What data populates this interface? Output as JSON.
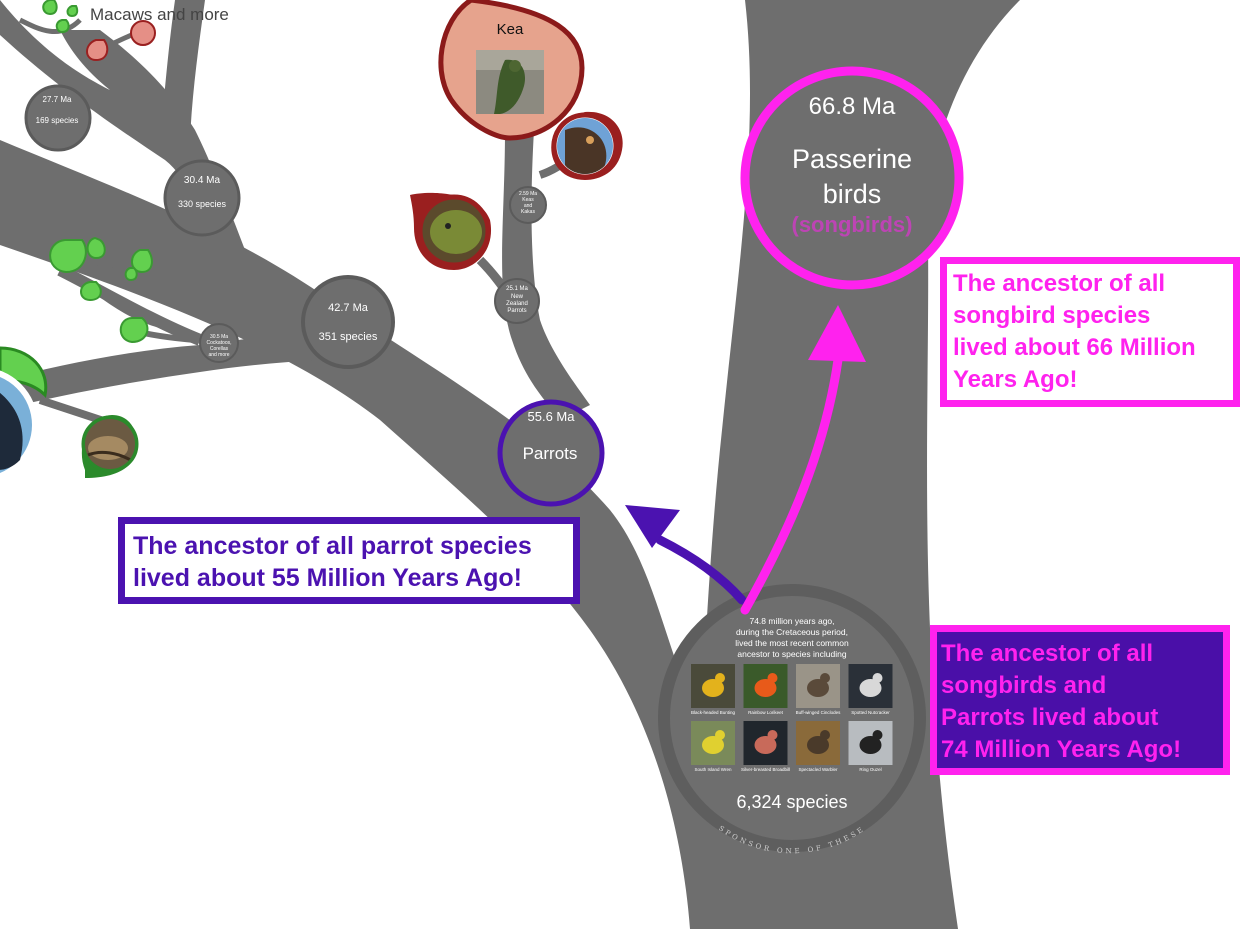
{
  "colors": {
    "branch": "#6e6e6e",
    "purple": "#4b12b0",
    "magenta": "#ff22ee",
    "leaf_green": "#63d04f",
    "leaf_red": "#e58f86"
  },
  "tree": {
    "top_label": "Macaws and more",
    "kea_label": "Kea",
    "nodes": {
      "n277": {
        "age": "27.7 Ma",
        "species": "169 species"
      },
      "n304": {
        "age": "30.4 Ma",
        "species": "330 species"
      },
      "n427": {
        "age": "42.7 Ma",
        "species": "351 species"
      },
      "n305": {
        "age": "30.5 Ma",
        "line1": "Cockatoos,",
        "line2": "Corellas",
        "line3": "and more"
      },
      "n259": {
        "age": "2.59 Ma",
        "line1": "Keas",
        "line2": "and",
        "line3": "Kakas"
      },
      "n251": {
        "age": "25.1 Ma",
        "line1": "New",
        "line2": "Zealand",
        "line3": "Parrots"
      },
      "parrots": {
        "age": "55.6 Ma",
        "name": "Parrots"
      },
      "passerine": {
        "age": "66.8 Ma",
        "name_line1": "Passerine",
        "name_line2": "birds",
        "sub": "(songbirds)"
      }
    },
    "root": {
      "intro": [
        "74.8 million years ago,",
        "during the Cretaceous period,",
        "lived the most recent common",
        "ancestor to species including"
      ],
      "species_count": "6,324 species",
      "sponsor_text": "SPONSOR ONE OF THESE",
      "thumbs": [
        {
          "label": "Black-headed Bunting",
          "icon": "bunting-photo"
        },
        {
          "label": "Rainbow Lorikeet",
          "icon": "lorikeet-photo"
        },
        {
          "label": "Buff-winged Cinclodes",
          "icon": "cinclodes-photo"
        },
        {
          "label": "Spotted Nutcracker",
          "icon": "nutcracker-photo"
        },
        {
          "label": "South Island Wren",
          "icon": "wren-photo"
        },
        {
          "label": "Silver-breasted Broadbill",
          "icon": "broadbill-photo"
        },
        {
          "label": "Spectacled Warbler",
          "icon": "warbler-photo"
        },
        {
          "label": "Ring Ouzel",
          "icon": "ouzel-photo"
        }
      ]
    }
  },
  "annotations": {
    "parrots": [
      "The ancestor of all parrot species",
      "lived about 55 Million Years Ago!"
    ],
    "songbirds": [
      "The ancestor of all",
      "songbird species",
      "lived about 66 Million",
      "Years Ago!"
    ],
    "both": [
      "The ancestor of all",
      "songbirds and",
      "Parrots lived about",
      "74 Million Years Ago!"
    ]
  }
}
